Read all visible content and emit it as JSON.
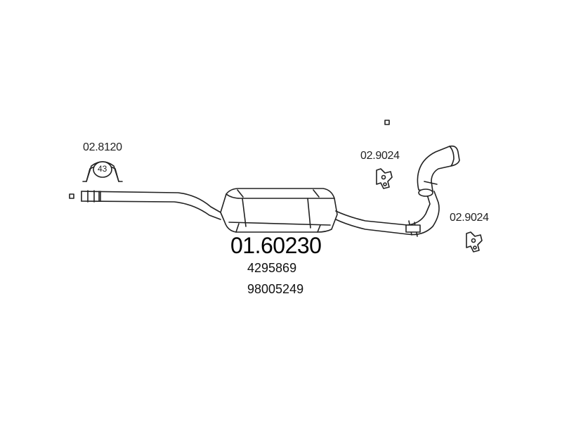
{
  "diagram": {
    "main_part": "01.60230",
    "oe_numbers": [
      "4295869",
      "98005249"
    ],
    "clamp": {
      "part": "02.8120",
      "size": "43"
    },
    "rubber_mounts": [
      {
        "part": "02.9024"
      },
      {
        "part": "02.9024"
      }
    ]
  }
}
